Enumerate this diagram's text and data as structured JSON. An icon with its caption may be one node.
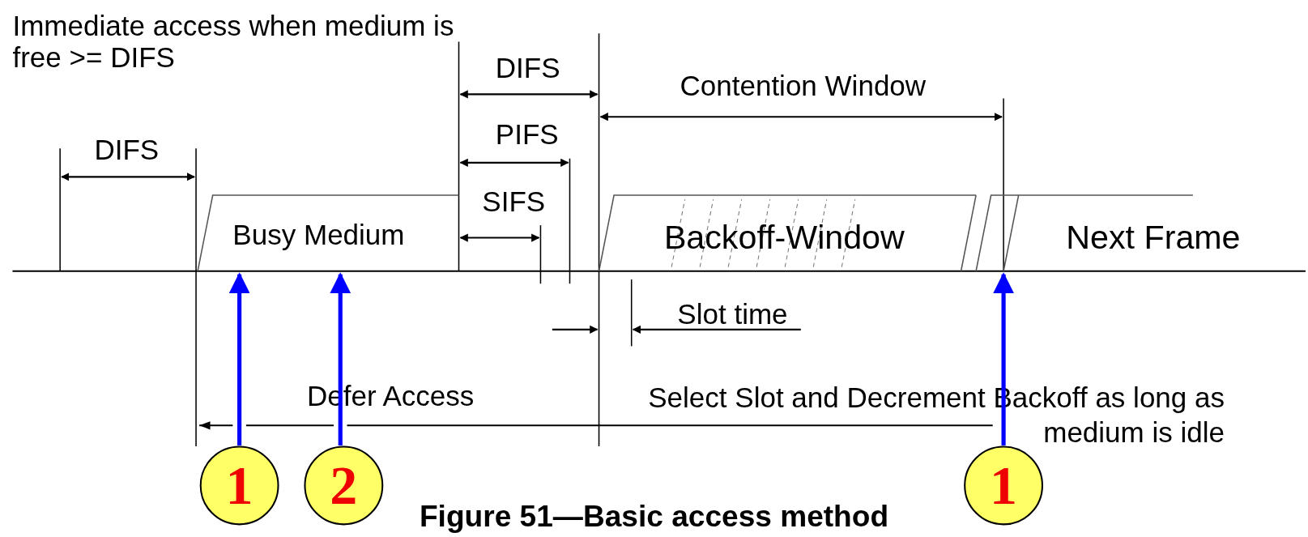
{
  "diagram": {
    "caption": "Figure 51—Basic access method",
    "nodes": [
      {
        "text": [
          "Busy Medium"
        ]
      },
      {
        "text": [
          "Backoff-Window"
        ]
      },
      {
        "text": [
          "Next Frame"
        ]
      },
      {
        "text": [
          "1"
        ]
      },
      {
        "text": [
          "2"
        ]
      },
      {
        "text": [
          "1"
        ]
      }
    ],
    "edges": [
      {
        "from": 3,
        "to": 0,
        "arrow": "to"
      },
      {
        "from": 4,
        "to": 0,
        "arrow": "to"
      },
      {
        "from": 5,
        "to": 2,
        "arrow": "to"
      }
    ],
    "labels": [
      "Immediate access when medium is free >= DIFS",
      "DIFS",
      "DIFS",
      "PIFS",
      "SIFS",
      "Contention Window",
      "Slot time",
      "Defer Access",
      "Select Slot and Decrement Backoff as long as medium is idle"
    ]
  }
}
